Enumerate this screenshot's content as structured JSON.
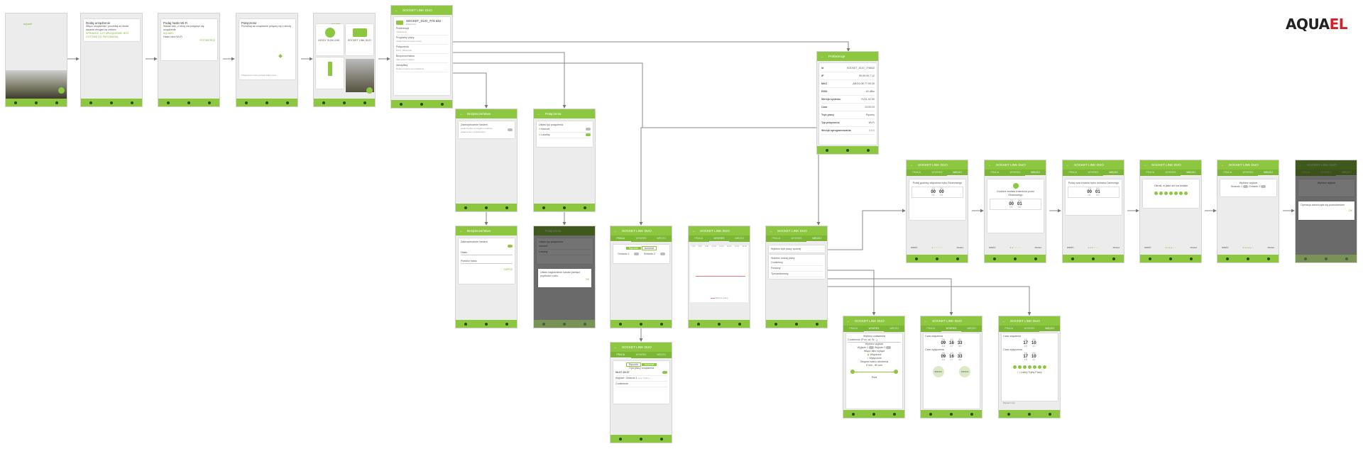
{
  "brand": {
    "prefix": "AQUA",
    "suffix": "EL",
    "accent": "#d42027"
  },
  "colors": {
    "primary": "#8dc63f",
    "primary_dark": "#7cb635",
    "nav_icon": "#2d4a0f"
  },
  "screens": {
    "s1": {
      "logo": "aquael"
    },
    "s2": {
      "logo": "aquael",
      "title": "Dodaj urządzenie",
      "body": "Włącz urządzenie i poczekaj aż dioda zacznie mrugać na zielono",
      "link": "SPRAWDŹ, CZY URZĄDZENIE JEST GOTOWE DO PAROWANIA"
    },
    "s3": {
      "logo": "aquael",
      "title": "Podaj hasło Wi-Fi",
      "body": "Wskaż sieć, z którą ma połączyć się urządzenie",
      "network": "AQUAEL",
      "password_hint": "Hasło sieci Wi-Fi",
      "action": "POTWIERDŹ"
    },
    "s4": {
      "logo": "aquael",
      "title": "Połączenie",
      "body": "Poczekaj aż urządzenie połączy się z siecią",
      "footer": "Połączenie może potrwać kilka minut"
    },
    "s5": {
      "logo": "aquael",
      "devices": [
        "LEDDY SLIM LINK",
        "SOCKET LINK DUO"
      ]
    },
    "s6": {
      "title": "SOCKET LINK DUO",
      "device": "SOCKET_DUO_7Y8 632",
      "device_sub": "Połączono",
      "menu": [
        {
          "label": "Preferencje",
          "sub": "Ustawienia"
        },
        {
          "label": "Programy pracy",
          "sub": "Ustaw harmonogram pracy"
        },
        {
          "label": "Połączenia",
          "sub": "Wi-Fi / Bluetooth"
        },
        {
          "label": "Bezpieczeństwo",
          "sub": "Zabezpiecz hasłem"
        },
        {
          "label": "Identyfikuj",
          "sub": "Dioda mrugnie na urządzeniu"
        }
      ]
    },
    "bez1": {
      "title": "Bezpieczeństwo",
      "item": "Zabezpieczenie hasłem",
      "item_sub": "Hasło będzie wymagane podczas połączenia z urządzeniem"
    },
    "bez2": {
      "title": "Bezpieczeństwo",
      "item": "Zabezpieczenie hasłem",
      "field1": "Hasło",
      "field2": "Powtórz hasło",
      "action": "ZAPISZ"
    },
    "pol1": {
      "title": "Połączenia",
      "heading": "Ustaw typ połączenia",
      "opt1": "Internet",
      "opt2": "Lokalny"
    },
    "pol2": {
      "title": "Połączenia",
      "heading": "Ustaw typ połączenia",
      "opt1": "Internet",
      "opt2": "Lokalny",
      "dialog": "Ustaw nagłośnienie kanału pamięci prędkości ruchu",
      "dialog_ok": "OK"
    },
    "pref": {
      "title": "Preferencje",
      "rows": [
        {
          "k": "Id",
          "v": "SOCKET_DUO_7Y8632"
        },
        {
          "k": "IP",
          "v": "99.99.99.7.12"
        },
        {
          "k": "MAC",
          "v": "AB:D0:3E:77:00:30"
        },
        {
          "k": "RSSI",
          "v": "-40 dBm"
        },
        {
          "k": "Wersja systemu",
          "v": "0V01.0Z.00"
        },
        {
          "k": "Czas",
          "v": "13:00:23"
        },
        {
          "k": "Tryb pracy",
          "v": "Ręczny"
        },
        {
          "k": "Typ połączenia",
          "v": "Wi-Fi"
        },
        {
          "k": "Wersja oprogramowania",
          "v": "1.1.1"
        }
      ]
    },
    "duo_tabs": [
      "PRACA",
      "WYKRES",
      "WIĘCEJ"
    ],
    "a1": {
      "title": "SOCKET LINK DUO",
      "b1": "Ręcznie",
      "b2": "Automat",
      "g1": "Gniazdo 1",
      "g2": "Gniazdo 2"
    },
    "a2": {
      "title": "SOCKET LINK DUO",
      "b1": "Ręcznie",
      "b2": "Automat",
      "label": "Tryb pracy urządzenia",
      "time": "06:07-19:07",
      "row": "Wyjście: Gniazdo 1",
      "row_v": "Luty, Tydz 1...",
      "row2": "Codziennie"
    },
    "b1": {
      "title": "SOCKET LINK DUO",
      "legend": "Wykres pracy",
      "times": [
        "7:00",
        "8:00",
        "9:00",
        "10:00",
        "11:00",
        "12:00",
        "13:00",
        "14:00"
      ]
    },
    "c1": {
      "title": "SOCKET LINK DUO",
      "card": "Wybierz tryb pracy ręcznej",
      "card2": "Wybierz rodzaj pracy",
      "options": [
        "Codzienny",
        "Poranny",
        "Tymczasowany"
      ]
    },
    "d1": {
      "title": "SOCKET LINK DUO",
      "heading": "Wybierz ustawienia",
      "sel1": "Codziennie (Pon, wt, Śr...)",
      "out": "Wybierz wyjście",
      "r1": "Wyjście 1",
      "r2": "Wyjście 2",
      "mode": "Włącz albo wyłącz",
      "m1": "Włączone",
      "m2": "Wyłączone",
      "ramp": "Długość stanu obniżenia",
      "ramp_v": "0 min - 60 min",
      "slider": "Pora"
    },
    "d2": {
      "title": "SOCKET LINK DUO",
      "h1": "Czas włączenia",
      "h2": "Czas wyłączenia",
      "t1": [
        "08",
        "09",
        "10"
      ],
      "t2": [
        "15",
        "16",
        "17"
      ],
      "t3": [
        "32",
        "33",
        "34"
      ],
      "c1": "ZMIANA",
      "c2": "ZMIANA"
    },
    "d3": {
      "title": "SOCKET LINK DUO",
      "h1": "Czas włączenia",
      "h2": "Czas wyłączenia",
      "t1": [
        "16",
        "17",
        "18"
      ],
      "t2": [
        "08",
        "10",
        "11"
      ],
      "check": "Lustry Tryby Pracy",
      "footer": "Wybierz tryb"
    },
    "e1": {
      "title": "SOCKET LINK DUO",
      "body": "Podaj godzinę włączenia trybu Ekranowego",
      "h": [
        "23",
        "00",
        "01"
      ],
      "m": [
        "59",
        "00",
        "01"
      ],
      "back": "WRÓĆ",
      "next": "DALEJ"
    },
    "e2": {
      "title": "SOCKET LINK DUO",
      "body": "Godzina została zmieniona przez Ekranowego",
      "h": [
        "23",
        "00",
        "01"
      ],
      "m": [
        "59",
        "01",
        "02"
      ],
      "back": "WRÓĆ",
      "next": "DALEJ"
    },
    "e3": {
      "title": "SOCKET LINK DUO",
      "body": "Podaj czas trwania trybu dniówka Dziennego",
      "h": [
        "23",
        "00",
        "01"
      ],
      "m": [
        "59",
        "01",
        "02"
      ],
      "back": "WRÓĆ",
      "next": "DALEJ"
    },
    "e4": {
      "title": "SOCKET LINK DUO",
      "body": "Określ, w jakie dni ma działać",
      "back": "WRÓĆ",
      "next": "DALEJ"
    },
    "e5": {
      "title": "SOCKET LINK DUO",
      "body": "Wybierz wyjście",
      "o1": "Gniazdo 1",
      "o2": "Gniazdo 2",
      "back": "WRÓĆ",
      "next": "DALEJ"
    },
    "e6": {
      "title": "SOCKET LINK DUO",
      "body": "Wybierz wyjście",
      "dialog": "Operacja zakończyła się powodzeniem",
      "ok": "OK"
    }
  }
}
